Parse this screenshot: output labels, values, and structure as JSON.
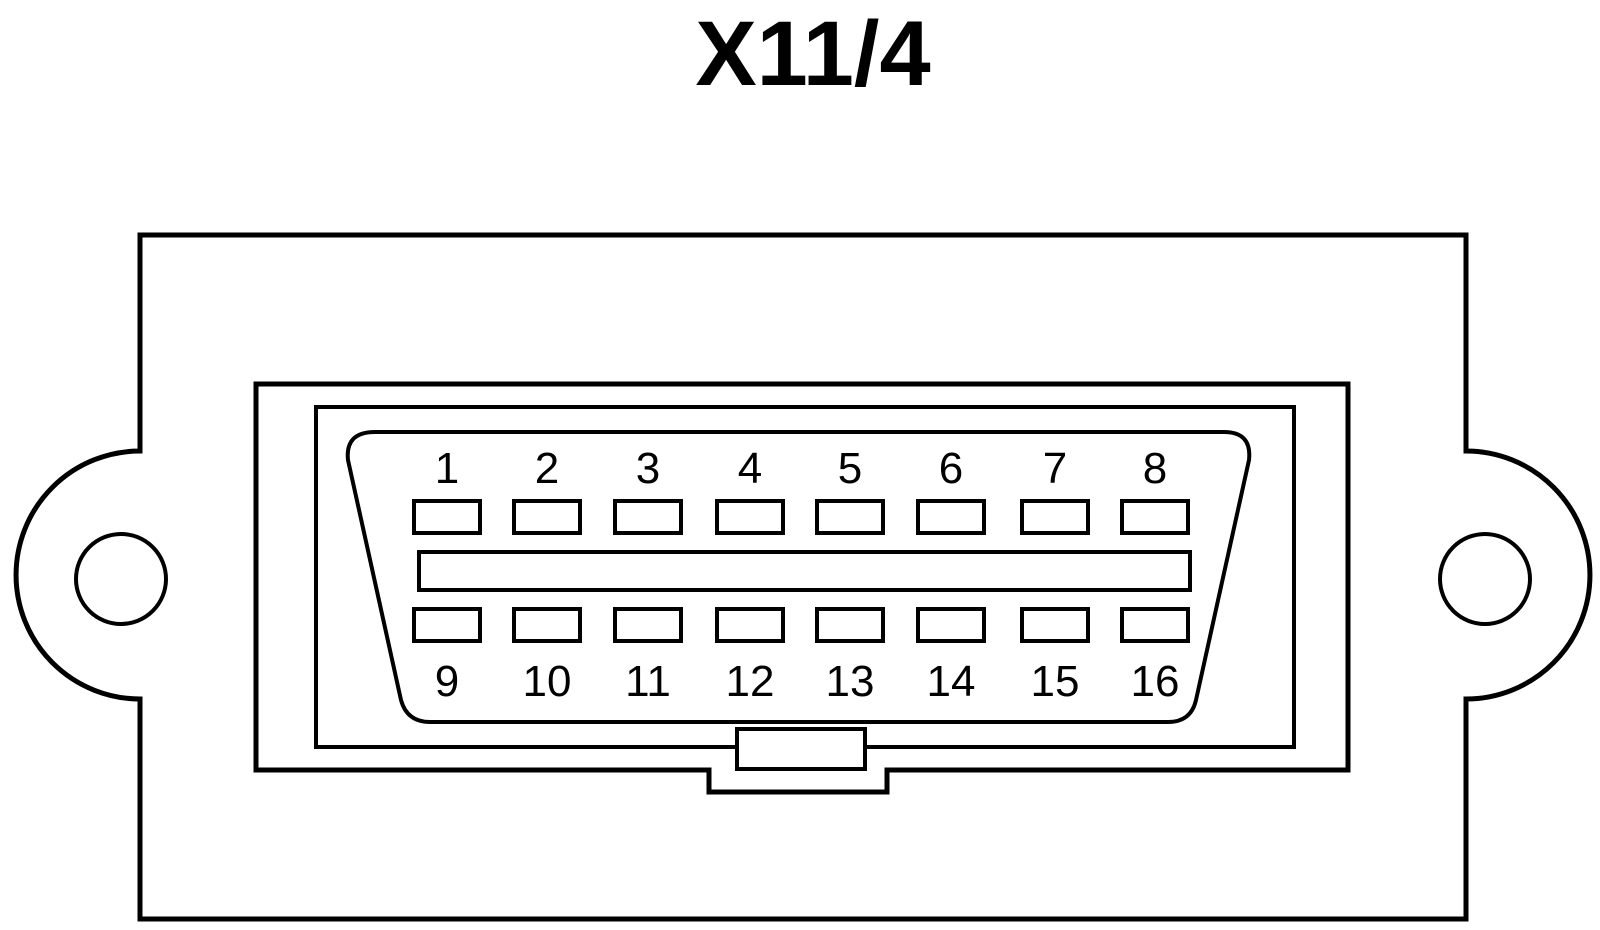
{
  "connector": {
    "title": "X11/4",
    "pins_top": [
      "1",
      "2",
      "3",
      "4",
      "5",
      "6",
      "7",
      "8"
    ],
    "pins_bottom": [
      "9",
      "10",
      "11",
      "12",
      "13",
      "14",
      "15",
      "16"
    ]
  }
}
